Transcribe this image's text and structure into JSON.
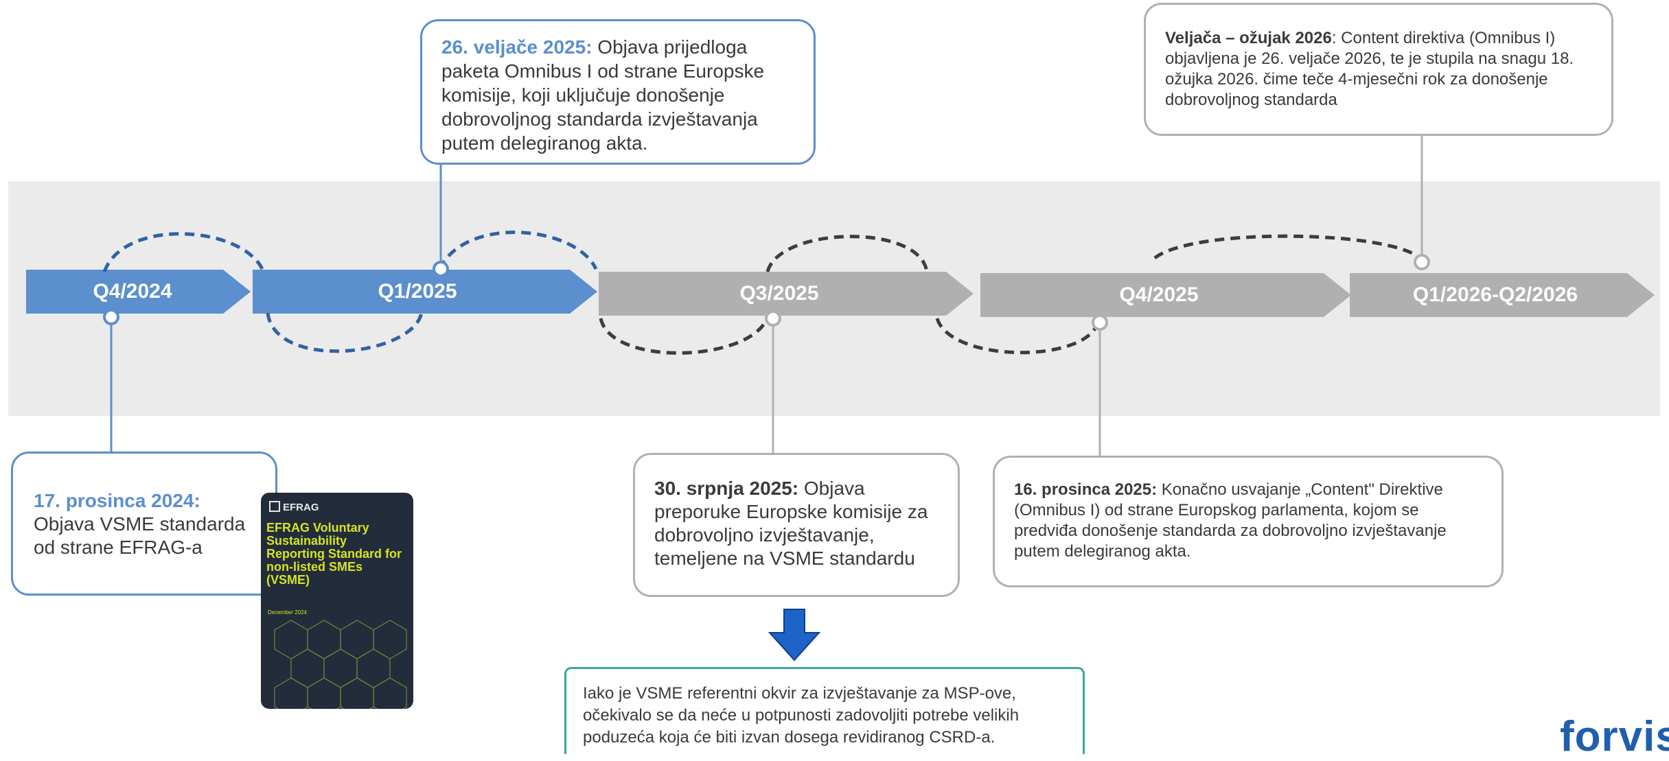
{
  "periods": [
    "Q4/2024",
    "Q1/2025",
    "Q3/2025",
    "Q4/2025",
    "Q1/2026-Q2/2026"
  ],
  "events": {
    "dec2024": {
      "date": "17. prosinca 2024:",
      "text": "Objava VSME standarda od strane EFRAG-a"
    },
    "feb2025": {
      "date": "26. veljače 2025:",
      "text": " Objava prijedloga paketa Omnibus I od strane Europske komisije, koji uključuje donošenje dobrovoljnog standarda izvještavanja putem delegiranog akta."
    },
    "jul2025": {
      "date": "30. srpnja 2025:",
      "text": " Objava preporuke Europske komisije za dobrovoljno izvještavanje, temeljene na VSME standardu"
    },
    "dec2025": {
      "date": "16. prosinca 2025:",
      "text": " Konačno usvajanje „Content\" Direktive (Omnibus I) od strane Europskog parlamenta, kojom se predviđa donošenje standarda za dobrovoljno izvještavanje putem delegiranog akta."
    },
    "feb2026": {
      "date": "Veljača – ožujak 2026",
      "text": ": Content direktiva (Omnibus I) objavljena je 26. veljače 2026, te je stupila na snagu 18. ožujka 2026. čime teče 4-mjesečni rok za donošenje dobrovoljnog standarda"
    }
  },
  "note": "Iako je VSME referentni okvir za izvještavanje za MSP-ove, očekivalo se da neće u potpunosti zadovoljiti potrebe velikih poduzeća koja će biti izvan dosega revidiranog CSRD-a.",
  "cover": {
    "logo": "EFRAG",
    "title": "EFRAG Voluntary Sustainability Reporting Standard for non-listed SMEs (VSME)",
    "date": "December 2024"
  },
  "brand": "forvis",
  "colors": {
    "blue": "#5b8fcd",
    "gray": "#b0b0b0",
    "dark_dash": "#3d3d3d",
    "dash_blue": "#2f62a5",
    "arrow_blue": "#1d64c9",
    "note_border": "#3aa6a0",
    "band": "#ebebeb"
  }
}
